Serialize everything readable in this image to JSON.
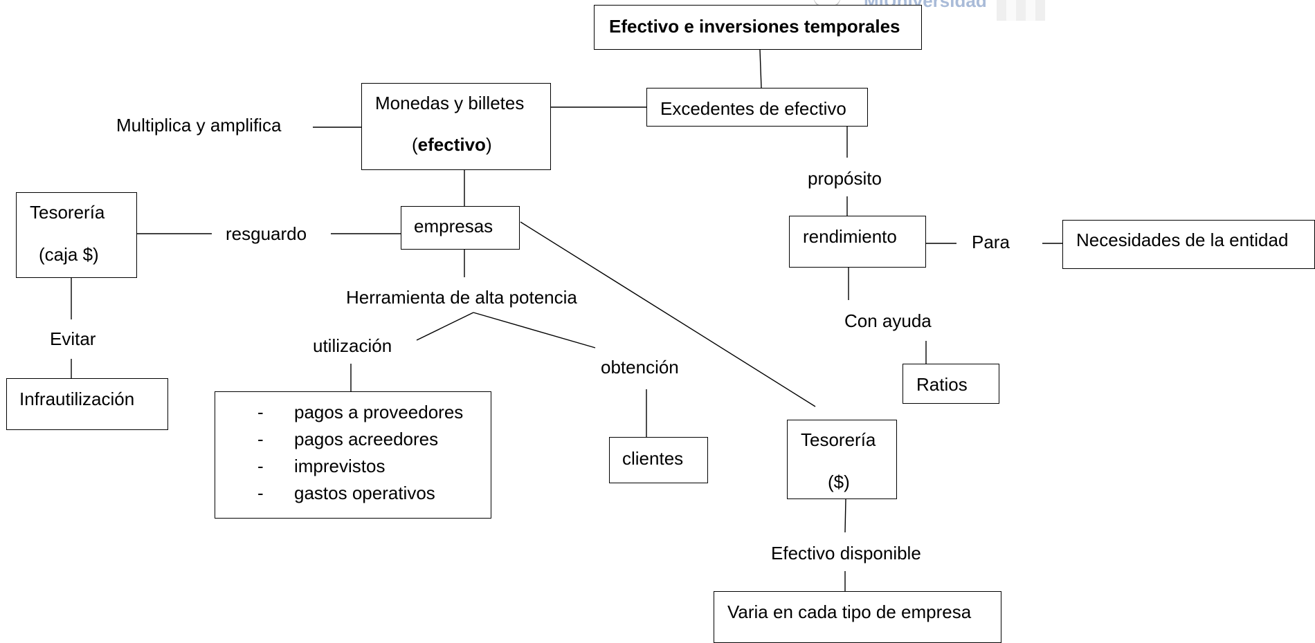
{
  "watermark": {
    "text": "MiUniversidad"
  },
  "nodes": {
    "root": "Efectivo e inversiones temporales",
    "monedas_line1": "Monedas y billetes",
    "monedas_open": "(",
    "monedas_bold": "efectivo",
    "monedas_close": ")",
    "excedentes": "Excedentes de efectivo",
    "multiplica": "Multiplica y amplifica",
    "tesoreria_caja_line1": "Tesorería",
    "tesoreria_caja_line2": "(caja $)",
    "resguardo": "resguardo",
    "empresas": "empresas",
    "evitar": "Evitar",
    "infrautilizacion": "Infrautilización",
    "herramienta": "Herramienta de alta potencia",
    "utilizacion": "utilización",
    "obtencion": "obtención",
    "clientes": "clientes",
    "proposito": "propósito",
    "rendimiento": "rendimiento",
    "para": "Para",
    "necesidades": "Necesidades de la entidad",
    "con_ayuda": "Con ayuda",
    "ratios": "Ratios",
    "tesoreria_line1": "Tesorería",
    "tesoreria_line2": "($)",
    "efectivo_disponible": "Efectivo disponible",
    "varia": "Varia en cada tipo de empresa"
  },
  "uses": {
    "bullet": "-",
    "items": [
      "pagos a proveedores",
      "pagos acreedores",
      "imprevistos",
      "gastos operativos"
    ]
  }
}
